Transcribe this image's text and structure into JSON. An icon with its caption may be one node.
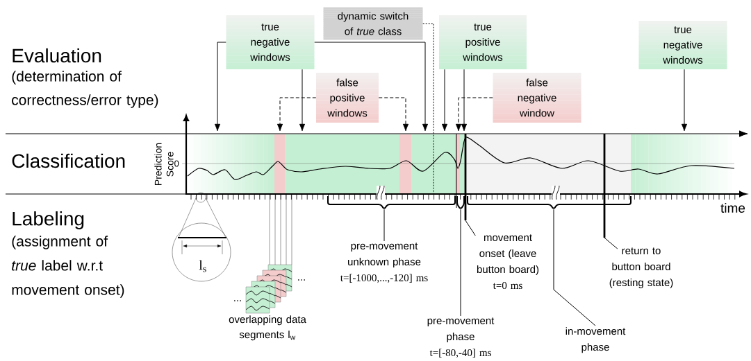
{
  "diagram": {
    "nodes": [
      {
        "text": [
          "true negative windows"
        ]
      },
      {
        "text": [
          "dynamic switch of *true* class"
        ]
      },
      {
        "text": [
          "false positive windows"
        ]
      },
      {
        "text": [
          "true positive windows"
        ]
      },
      {
        "text": [
          "false negative window"
        ]
      },
      {
        "text": [
          "true negative windows"
        ]
      },
      {
        "text": [
          "pre-movement unknown phase",
          "t=[-1000,...,-120] ms"
        ]
      },
      {
        "text": [
          "movement onset (leave button board)",
          "t=0 ms"
        ]
      },
      {
        "text": [
          "pre-movement phase",
          "t=[-80,-40] ms"
        ]
      },
      {
        "text": [
          "in-movement phase"
        ]
      },
      {
        "text": [
          "return to button board (resting state)"
        ]
      },
      {
        "text": [],
        "shape": "bar"
      },
      {
        "text": [],
        "shape": "bar"
      },
      {
        "text": [],
        "shape": "bar"
      },
      {
        "text": [],
        "shape": "bar"
      },
      {
        "text": [],
        "shape": "bar"
      },
      {
        "text": [],
        "shape": "bar"
      },
      {
        "text": [],
        "shape": "bar"
      },
      {
        "text": [],
        "shape": "bar"
      },
      {
        "text": [],
        "shape": "bar"
      },
      {
        "text": [],
        "shape": "brace"
      },
      {
        "text": [],
        "shape": "brace"
      },
      {
        "text": [],
        "shape": "brace"
      },
      {
        "text": [],
        "shape": "bar"
      },
      {
        "text": [],
        "shape": "bar"
      }
    ],
    "edges": [
      {
        "from": 0,
        "to": 11,
        "arrow": "to"
      },
      {
        "from": 0,
        "to": 13,
        "arrow": "to"
      },
      {
        "from": 0,
        "to": 15,
        "arrow": "to"
      },
      {
        "from": 1,
        "to": 15,
        "arrow": "none",
        "style": "dashed"
      },
      {
        "from": 2,
        "to": 12,
        "arrow": "to",
        "style": "dashed"
      },
      {
        "from": 2,
        "to": 14,
        "arrow": "to",
        "style": "dashed"
      },
      {
        "from": 3,
        "to": 15,
        "arrow": "to"
      },
      {
        "from": 3,
        "to": 17,
        "arrow": "to"
      },
      {
        "from": 4,
        "to": 16,
        "arrow": "to",
        "style": "dashed"
      },
      {
        "from": 5,
        "to": 19,
        "arrow": "to"
      },
      {
        "from": 6,
        "to": 20,
        "arrow": "none"
      },
      {
        "from": 7,
        "to": 23,
        "arrow": "none"
      },
      {
        "from": 8,
        "to": 21,
        "arrow": "none"
      },
      {
        "from": 9,
        "to": 22,
        "arrow": "none"
      },
      {
        "from": 10,
        "to": 24,
        "arrow": "none"
      }
    ],
    "labels": [
      "Evaluation",
      "(determination of correctness/error type)",
      "Classification",
      "Prediction Score",
      "0",
      "time",
      "Labeling",
      "(assignment of *true* label w.r.t movement onset)",
      "l$_{s}$",
      "...",
      "...",
      "overlapping data segments l$_{w}$"
    ]
  }
}
